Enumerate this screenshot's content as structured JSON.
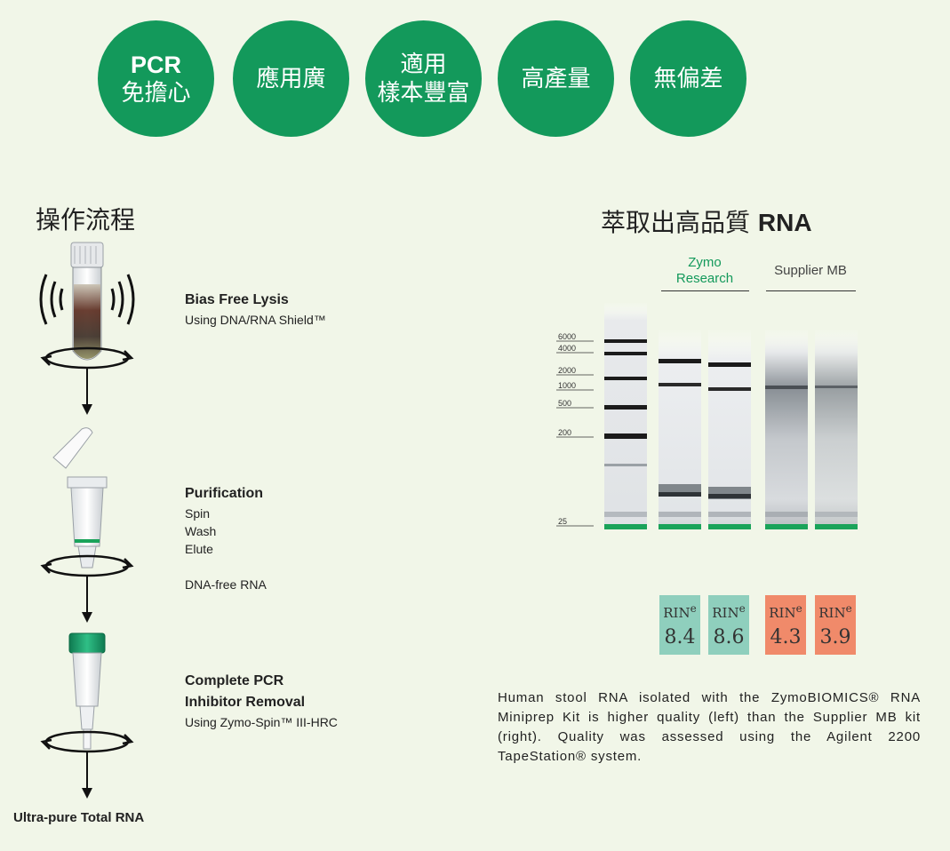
{
  "features": [
    {
      "line1": "PCR",
      "line2": "免擔心",
      "color": "#13995b"
    },
    {
      "line1": "應用廣",
      "line2": "",
      "color": "#13995b"
    },
    {
      "line1": "適用",
      "line2": "樣本豐富",
      "color": "#13995b"
    },
    {
      "line1": "高產量",
      "line2": "",
      "color": "#13995b"
    },
    {
      "line1": "無偏差",
      "line2": "",
      "color": "#13995b"
    }
  ],
  "workflow": {
    "heading": "操作流程",
    "steps": [
      {
        "title": "Bias Free Lysis",
        "sub": "Using DNA/RNA Shield™"
      },
      {
        "title": "Purification",
        "items": [
          "Spin",
          "Wash",
          "Elute"
        ],
        "note": "DNA-free RNA"
      },
      {
        "title_line1": "Complete PCR",
        "title_line2": "Inhibitor Removal",
        "sub": "Using Zymo-Spin™ III-HRC"
      }
    ],
    "final": "Ultra-pure Total RNA"
  },
  "quality": {
    "heading_cjk": "萃取出高品質",
    "heading_bold": "RNA",
    "group_zymo_line1": "Zymo",
    "group_zymo_line2": "Research",
    "group_supplier": "Supplier MB",
    "ladder_labels": [
      "6000",
      "4000",
      "2000",
      "1000",
      "500",
      "200",
      "25"
    ],
    "rin_label": "RIN",
    "rin_super": "e",
    "rin": [
      {
        "value": "8.4",
        "color": "#8fcfbd"
      },
      {
        "value": "8.6",
        "color": "#8fcfbd"
      },
      {
        "value": "4.3",
        "color": "#f08a6a"
      },
      {
        "value": "3.9",
        "color": "#f08a6a"
      }
    ],
    "caption": "Human stool RNA isolated with the ZymoBIOMICS® RNA Miniprep Kit is higher quality (left) than the Supplier MB kit (right). Quality was assessed using the Agilent 2200 TapeStation® system."
  },
  "colors": {
    "brand_green": "#13995b",
    "background": "#f1f6e8",
    "gel_green": "#1aa35a"
  }
}
